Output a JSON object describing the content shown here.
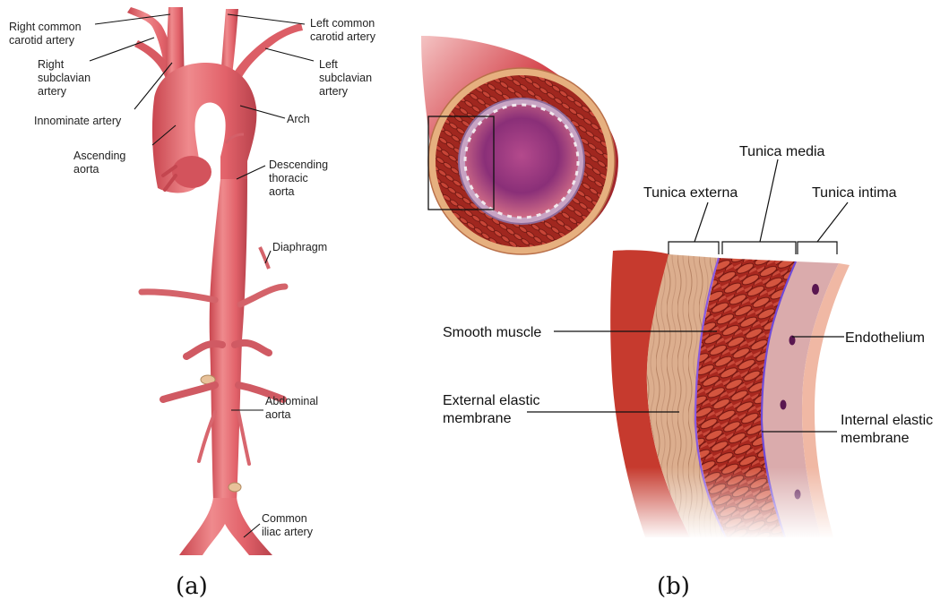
{
  "panel_a": {
    "caption": "(a)",
    "labels": {
      "right_common_carotid_l1": "Right common",
      "right_common_carotid_l2": "carotid artery",
      "right_subclavian_l1": "Right",
      "right_subclavian_l2": "subclavian",
      "right_subclavian_l3": "artery",
      "innominate": "Innominate artery",
      "ascending_l1": "Ascending",
      "ascending_l2": "aorta",
      "left_common_carotid_l1": "Left common",
      "left_common_carotid_l2": "carotid artery",
      "left_subclavian_l1": "Left",
      "left_subclavian_l2": "subclavian",
      "left_subclavian_l3": "artery",
      "arch": "Arch",
      "descending_l1": "Descending",
      "descending_l2": "thoracic",
      "descending_l3": "aorta",
      "diaphragm": "Diaphragm",
      "abdominal_l1": "Abdominal",
      "abdominal_l2": "aorta",
      "common_iliac_l1": "Common",
      "common_iliac_l2": "iliac artery"
    }
  },
  "panel_b": {
    "caption": "(b)",
    "labels": {
      "tunica_media": "Tunica media",
      "tunica_externa": "Tunica externa",
      "tunica_intima": "Tunica intima",
      "smooth_muscle": "Smooth muscle",
      "endothelium": "Endothelium",
      "external_elastic_l1": "External elastic",
      "external_elastic_l2": "membrane",
      "internal_elastic_l1": "Internal elastic",
      "internal_elastic_l2": "membrane"
    }
  },
  "colors": {
    "aorta": "#e2626a",
    "aorta_dark": "#b8424c",
    "tunica_media": "#b83a2c",
    "tunica_externa": "#d9a889",
    "lumen": "#7a2a6a",
    "elastic_membrane": "#7b5bd6"
  }
}
